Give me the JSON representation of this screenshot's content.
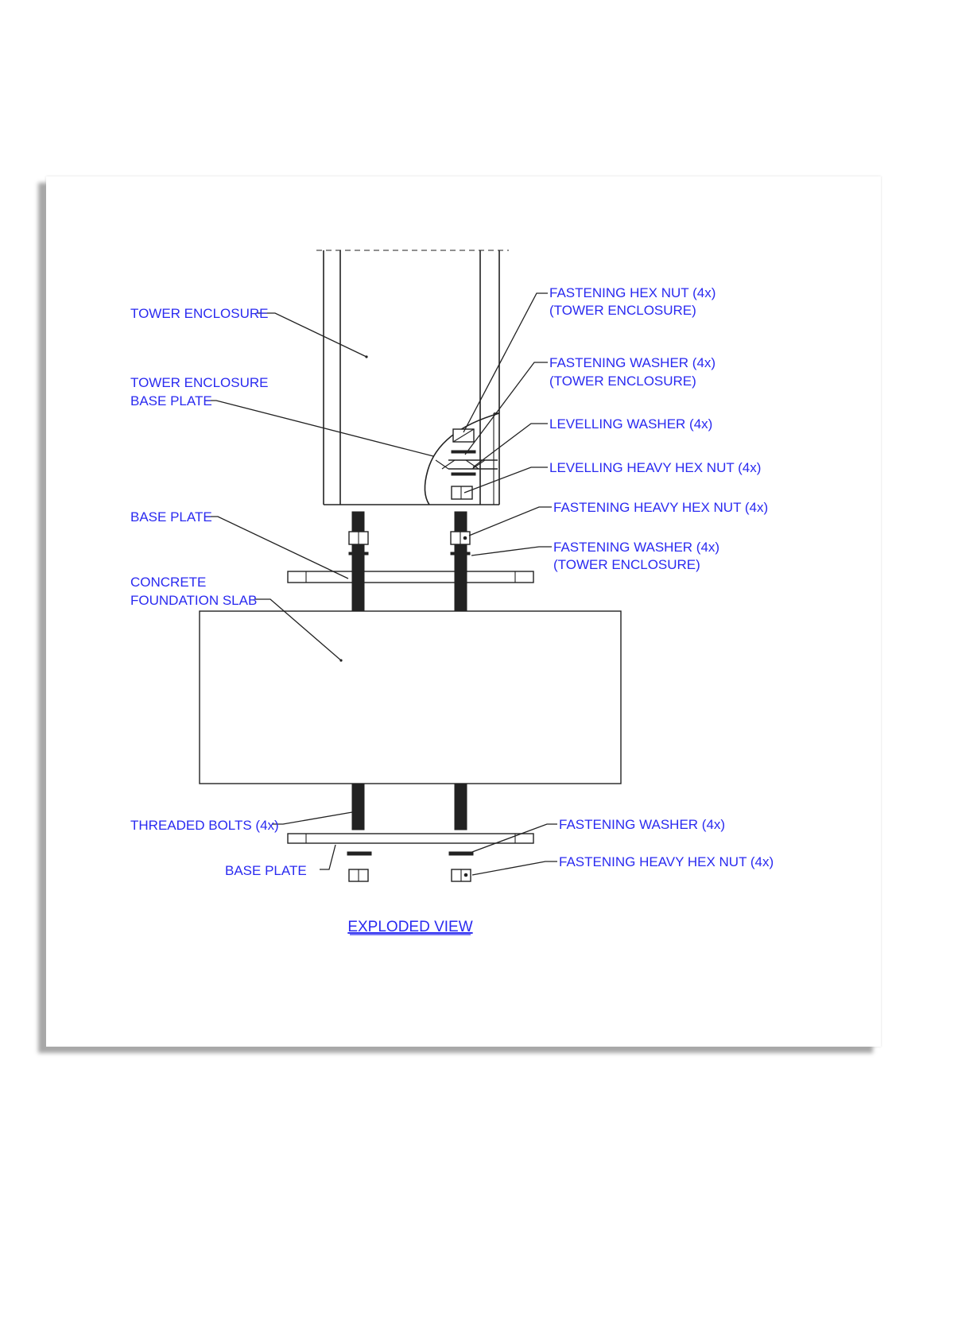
{
  "labels": {
    "tower_enclosure": "TOWER ENCLOSURE",
    "tower_enclosure_base_plate_1": "TOWER ENCLOSURE",
    "tower_enclosure_base_plate_2": "BASE PLATE",
    "base_plate_upper": "BASE PLATE",
    "concrete_slab_1": "CONCRETE",
    "concrete_slab_2": "FOUNDATION SLAB",
    "threaded_bolts": "THREADED BOLTS (4x)",
    "base_plate_lower": "BASE PLATE",
    "fastening_hex_nut_1": "FASTENING HEX NUT (4x)",
    "fastening_hex_nut_2": "(TOWER ENCLOSURE)",
    "fastening_washer_top_1": "FASTENING WASHER (4x)",
    "fastening_washer_top_2": "(TOWER ENCLOSURE)",
    "levelling_washer": "LEVELLING WASHER (4x)",
    "levelling_heavy_hex_nut": "LEVELLING HEAVY HEX NUT (4x)",
    "fastening_heavy_hex_nut_mid": "FASTENING HEAVY HEX NUT (4x)",
    "fastening_washer_mid_1": "FASTENING WASHER (4x)",
    "fastening_washer_mid_2": "(TOWER ENCLOSURE)",
    "fastening_washer_bottom": "FASTENING WASHER (4x)",
    "fastening_heavy_hex_nut_bottom": "FASTENING HEAVY HEX NUT (4x)"
  },
  "title": "EXPLODED VIEW",
  "colors": {
    "label": "#2a2af0",
    "line": "#222222",
    "frame_shadow": "#a8a8a8"
  }
}
